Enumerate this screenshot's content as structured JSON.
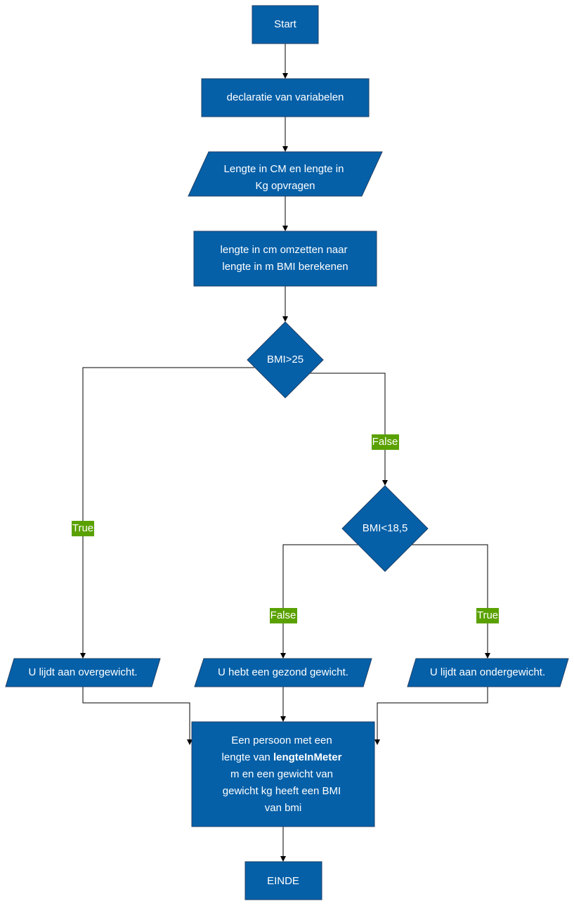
{
  "flowchart": {
    "start": "Start",
    "declare": "declaratie van variabelen",
    "input": [
      "Lengte in CM en lengte in",
      "Kg opvragen"
    ],
    "process": [
      "lengte in cm omzetten naar",
      "lengte in m BMI berekenen"
    ],
    "decision1": "BMI>25",
    "decision2": "BMI<18,5",
    "edge_labels": {
      "bmi25_true": "True",
      "bmi25_false": "False",
      "bmi18_false": "False",
      "bmi18_true": "True"
    },
    "output_overweight": "U lijdt aan overgewicht.",
    "output_healthy": "U hebt een gezond gewicht.",
    "output_underweight": "U lijdt aan ondergewicht.",
    "result": {
      "line1": "Een persoon met een",
      "line2_prefix": "lengte van ",
      "line2_bold": "lengteInMeter",
      "line3": "m en een gewicht van",
      "line4": "gewicht kg heeft een BMI",
      "line5": "van bmi"
    },
    "end": "EINDE"
  }
}
